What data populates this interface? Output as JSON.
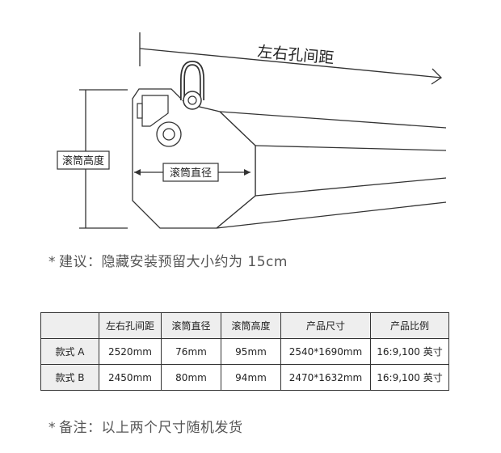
{
  "diagram": {
    "hole_distance_label": "左右孔间距",
    "roller_height_label": "滚筒高度",
    "roller_diameter_label": "滚筒直径"
  },
  "note1": {
    "star": "*",
    "text": "建议：隐藏安装预留大小约为 15cm"
  },
  "table": {
    "headers": [
      "",
      "左右孔间距",
      "滚筒直径",
      "滚筒高度",
      "产品尺寸",
      "产品比例"
    ],
    "rows": [
      [
        "款式 A",
        "2520mm",
        "76mm",
        "95mm",
        "2540*1690mm",
        "16:9,100 英寸"
      ],
      [
        "款式 B",
        "2450mm",
        "80mm",
        "94mm",
        "2470*1632mm",
        "16:9,100 英寸"
      ]
    ]
  },
  "note2": {
    "star": "*",
    "text": "备注：以上两个尺寸随机发货"
  }
}
